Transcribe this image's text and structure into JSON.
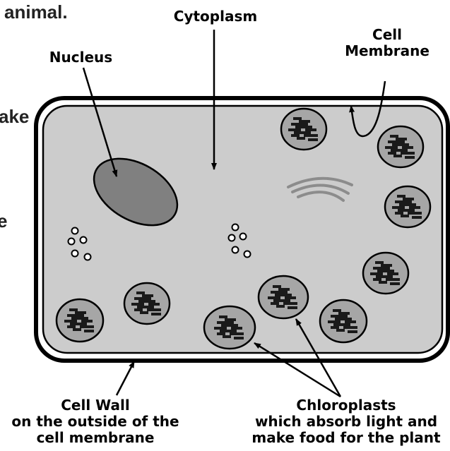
{
  "background_fragments": {
    "top_left": "animal.",
    "mid_left_1": "ake",
    "mid_left_2": "e"
  },
  "labels": {
    "cytoplasm": "Cytoplasm",
    "cell_membrane_line1": "Cell",
    "cell_membrane_line2": "Membrane",
    "nucleus": "Nucleus",
    "cell_wall_line1": "Cell Wall",
    "cell_wall_line2": "on the outside of the",
    "cell_wall_line3": "cell membrane",
    "chloroplasts_line1": "Chloroplasts",
    "chloroplasts_line2": "which absorb light and",
    "chloroplasts_line3": "make food for the plant"
  },
  "colors": {
    "cytoplasm_fill": "#cccccc",
    "nucleus_fill": "#808080",
    "chloroplast_fill": "#a6a6a6",
    "thylakoid_fill": "#1a1a1a",
    "outline": "#000000",
    "er_stroke": "#8c8c8c"
  }
}
